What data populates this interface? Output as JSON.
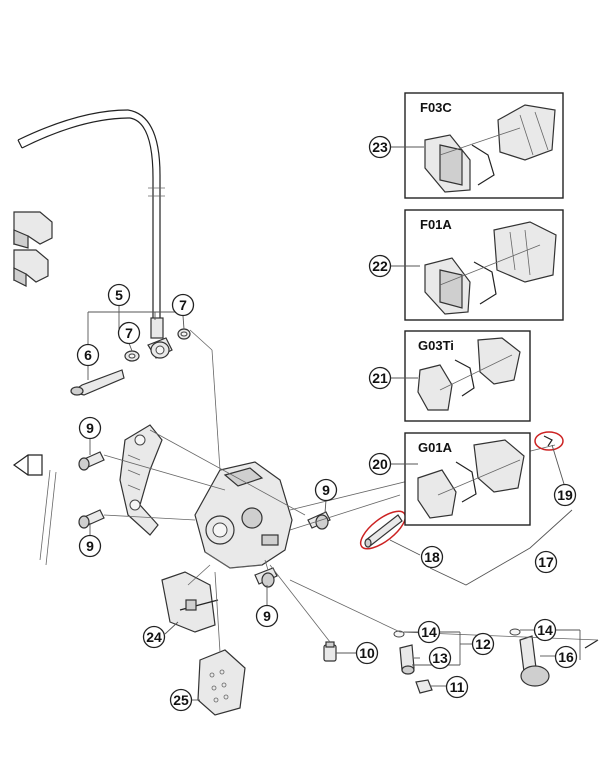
{
  "callouts": [
    "5",
    "6",
    "7",
    "7",
    "9",
    "9",
    "9",
    "9",
    "10",
    "11",
    "12",
    "13",
    "14",
    "14",
    "16",
    "17",
    "18",
    "19",
    "20",
    "21",
    "22",
    "23",
    "24",
    "25"
  ],
  "pad_boxes": [
    {
      "title": "F03C",
      "number": "23"
    },
    {
      "title": "F01A",
      "number": "22"
    },
    {
      "title": "G03Ti",
      "number": "21"
    },
    {
      "title": "G01A",
      "number": "20"
    }
  ],
  "colors": {
    "line": "#222222",
    "highlight": "#cc2222",
    "part_fill": "#e9e9e9"
  }
}
